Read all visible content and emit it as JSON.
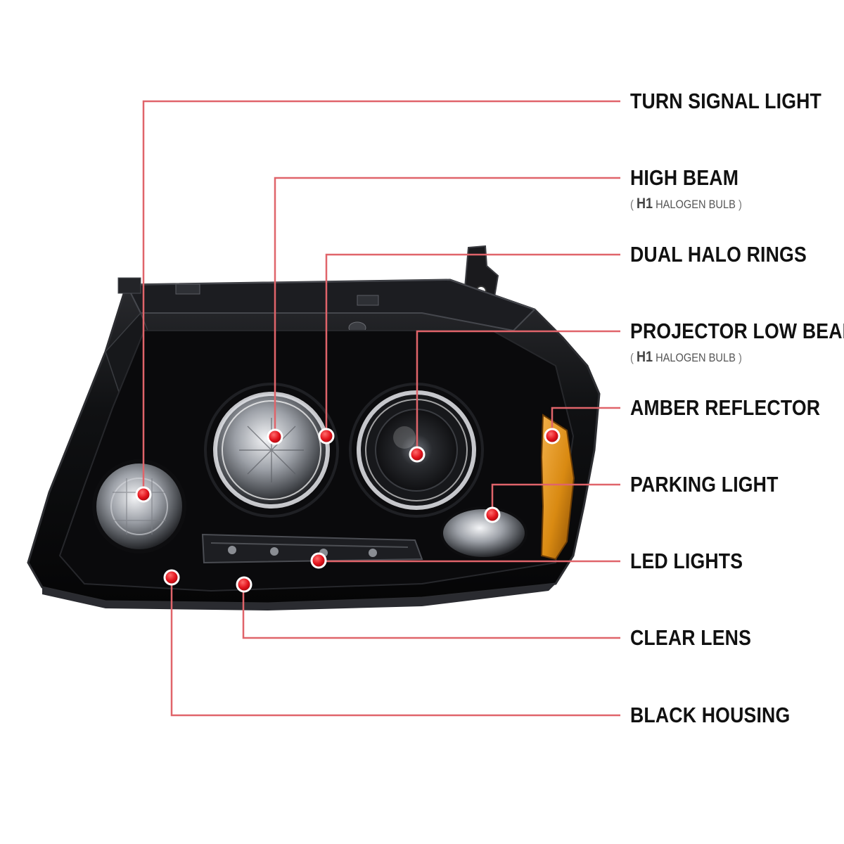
{
  "callouts": [
    {
      "id": "turn-signal-light",
      "label": "TURN SIGNAL LIGHT"
    },
    {
      "id": "high-beam",
      "label": "HIGH BEAM",
      "bulb": {
        "open": "(",
        "code": "H1",
        "type": "HALOGEN BULB",
        "close": ")"
      }
    },
    {
      "id": "dual-halo-rings",
      "label": "DUAL HALO RINGS"
    },
    {
      "id": "projector-low-beam",
      "label": "PROJECTOR LOW BEAM",
      "bulb": {
        "open": "(",
        "code": "H1",
        "type": "HALOGEN BULB",
        "close": ")"
      }
    },
    {
      "id": "amber-reflector",
      "label": "AMBER REFLECTOR"
    },
    {
      "id": "parking-light",
      "label": "PARKING LIGHT"
    },
    {
      "id": "led-lights",
      "label": "LED LIGHTS"
    },
    {
      "id": "clear-lens",
      "label": "CLEAR LENS"
    },
    {
      "id": "black-housing",
      "label": "BLACK HOUSING"
    }
  ],
  "colors": {
    "leader_line": "#e0646a",
    "dot_fill": "#e2131c",
    "dot_ring": "#ffffff",
    "housing": "#0d0d0f",
    "amber": "#d98a12",
    "chrome": "#b9bcc2",
    "label_text": "#111111"
  }
}
